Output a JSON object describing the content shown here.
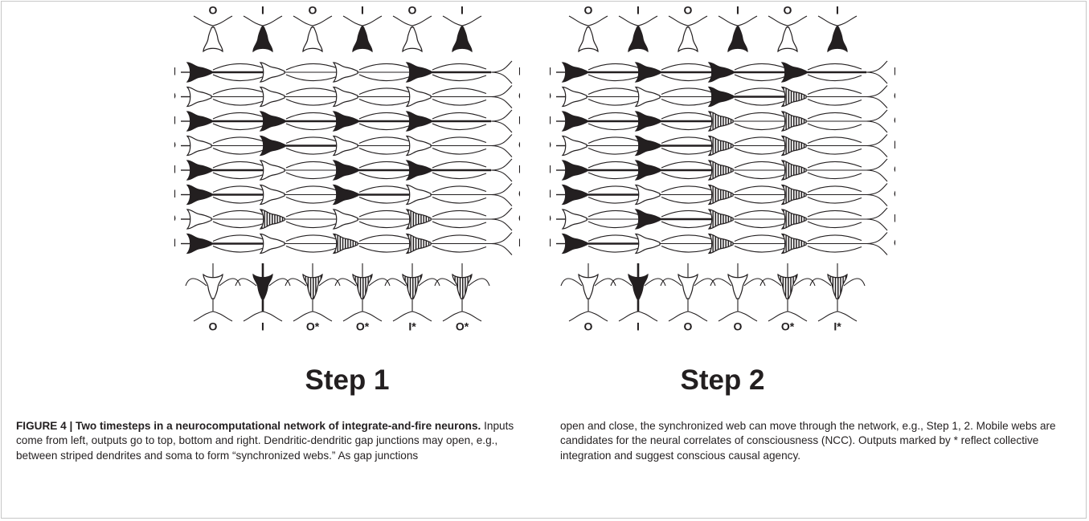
{
  "figure": {
    "panels": [
      {
        "title": "Step 1",
        "top_labels": [
          "O",
          "I",
          "O",
          "I",
          "O",
          "I"
        ],
        "left_labels": [
          "I",
          "O",
          "I",
          "O",
          "I",
          "I",
          "O",
          "I"
        ],
        "right_labels": [
          "I",
          "O",
          "I",
          "O",
          "I",
          "O",
          "O*",
          "I*"
        ],
        "bottom_labels": [
          "O",
          "I",
          "O*",
          "O*",
          "I*",
          "O*"
        ],
        "grid": [
          [
            "B",
            "W",
            "W",
            "B"
          ],
          [
            "W",
            "W",
            "W",
            "W"
          ],
          [
            "B",
            "B",
            "B",
            "B"
          ],
          [
            "W",
            "B",
            "W",
            "W"
          ],
          [
            "B",
            "W",
            "B",
            "B"
          ],
          [
            "B",
            "W",
            "B",
            "W"
          ],
          [
            "W",
            "S",
            "W",
            "S"
          ],
          [
            "B",
            "W",
            "S",
            "S"
          ]
        ],
        "top_row": [
          "W",
          "B",
          "W",
          "B",
          "W",
          "B"
        ],
        "bottom_row": [
          "W",
          "B",
          "S",
          "S",
          "S",
          "S"
        ]
      },
      {
        "title": "Step 2",
        "top_labels": [
          "O",
          "I",
          "O",
          "I",
          "O",
          "I"
        ],
        "left_labels": [
          "I",
          "O",
          "I",
          "O",
          "I",
          "I",
          "O",
          "I"
        ],
        "right_labels": [
          "I",
          "O*",
          "O*",
          "I*",
          "O*",
          "O*",
          "I*",
          "O*"
        ],
        "bottom_labels": [
          "O",
          "I",
          "O",
          "O",
          "O*",
          "I*"
        ],
        "grid": [
          [
            "B",
            "B",
            "B",
            "B"
          ],
          [
            "W",
            "W",
            "B",
            "S"
          ],
          [
            "B",
            "B",
            "S",
            "S"
          ],
          [
            "W",
            "B",
            "S",
            "S"
          ],
          [
            "B",
            "B",
            "S",
            "S"
          ],
          [
            "B",
            "W",
            "S",
            "S"
          ],
          [
            "W",
            "B",
            "S",
            "S"
          ],
          [
            "B",
            "W",
            "S",
            "S"
          ]
        ],
        "top_row": [
          "W",
          "B",
          "W",
          "B",
          "W",
          "B"
        ],
        "bottom_row": [
          "W",
          "B",
          "W",
          "W",
          "S",
          "S"
        ]
      }
    ]
  },
  "caption": {
    "label": "FIGURE 4 | Two timesteps in a neurocomputational network of integrate-and-fire neurons.",
    "text_left": "Inputs come from left, outputs go to top, bottom and right. Dendritic-dendritic gap junctions may open, e.g., between striped dendrites and soma to form “synchronized webs.” As gap junctions",
    "text_right": "open and close, the synchronized web can move through the network, e.g., Step 1, 2. Mobile webs are candidates for the neural correlates of consciousness (NCC). Outputs marked by * reflect collective integration and suggest conscious causal agency."
  }
}
